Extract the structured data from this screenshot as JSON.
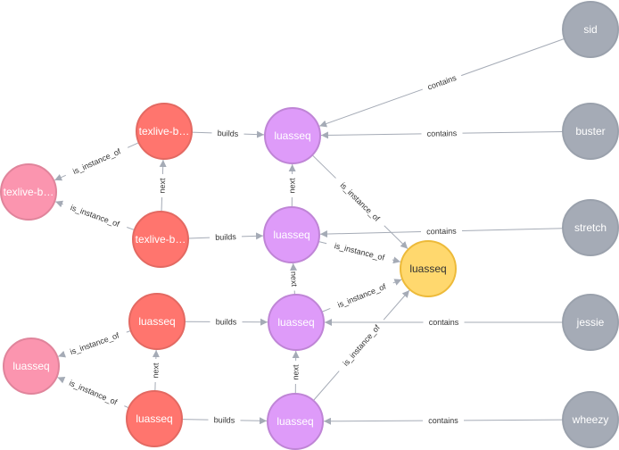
{
  "colors": {
    "release": "#a5abb6",
    "release_stroke": "#9aa1ac",
    "source": "#fb95af",
    "source_stroke": "#e0849b",
    "binary": "#ff756e",
    "binary_stroke": "#e36962",
    "version": "#de9bf9",
    "version_stroke": "#bf85d6",
    "package": "#ffd86e",
    "package_stroke": "#edba39",
    "edge": "#a5abb6"
  },
  "nodes": [
    {
      "id": "sid",
      "label": "sid",
      "kind": "release"
    },
    {
      "id": "buster",
      "label": "buster",
      "kind": "release"
    },
    {
      "id": "stretch",
      "label": "stretch",
      "kind": "release"
    },
    {
      "id": "jessie",
      "label": "jessie",
      "kind": "release"
    },
    {
      "id": "wheezy",
      "label": "wheezy",
      "kind": "release"
    },
    {
      "id": "src1",
      "label": "texlive-b…",
      "kind": "source"
    },
    {
      "id": "src2",
      "label": "luasseq",
      "kind": "source"
    },
    {
      "id": "bin1",
      "label": "texlive-b…",
      "kind": "binary"
    },
    {
      "id": "bin2",
      "label": "texlive-b…",
      "kind": "binary"
    },
    {
      "id": "bin3",
      "label": "luasseq",
      "kind": "binary"
    },
    {
      "id": "bin4",
      "label": "luasseq",
      "kind": "binary"
    },
    {
      "id": "v1",
      "label": "luasseq",
      "kind": "version"
    },
    {
      "id": "v2",
      "label": "luasseq",
      "kind": "version"
    },
    {
      "id": "v3",
      "label": "luasseq",
      "kind": "version"
    },
    {
      "id": "v4",
      "label": "luasseq",
      "kind": "version"
    },
    {
      "id": "pkg",
      "label": "luasseq",
      "kind": "package"
    }
  ],
  "edges": [
    {
      "from": "sid",
      "to": "v1",
      "label": "contains"
    },
    {
      "from": "buster",
      "to": "v1",
      "label": "contains"
    },
    {
      "from": "stretch",
      "to": "v2",
      "label": "contains"
    },
    {
      "from": "jessie",
      "to": "v3",
      "label": "contains"
    },
    {
      "from": "wheezy",
      "to": "v4",
      "label": "contains"
    },
    {
      "from": "bin1",
      "to": "v1",
      "label": "builds"
    },
    {
      "from": "bin2",
      "to": "v2",
      "label": "builds"
    },
    {
      "from": "bin3",
      "to": "v3",
      "label": "builds"
    },
    {
      "from": "bin4",
      "to": "v4",
      "label": "builds"
    },
    {
      "from": "bin2",
      "to": "bin1",
      "label": "next"
    },
    {
      "from": "bin4",
      "to": "bin3",
      "label": "next"
    },
    {
      "from": "v2",
      "to": "v1",
      "label": "next"
    },
    {
      "from": "v3",
      "to": "v2",
      "label": "next"
    },
    {
      "from": "v4",
      "to": "v3",
      "label": "next"
    },
    {
      "from": "bin1",
      "to": "src1",
      "label": "is_instance_of"
    },
    {
      "from": "bin2",
      "to": "src1",
      "label": "is_instance_of"
    },
    {
      "from": "bin3",
      "to": "src2",
      "label": "is_instance_of"
    },
    {
      "from": "bin4",
      "to": "src2",
      "label": "is_instance_of"
    },
    {
      "from": "v1",
      "to": "pkg",
      "label": "is_instance_of"
    },
    {
      "from": "v2",
      "to": "pkg",
      "label": "is_instance_of"
    },
    {
      "from": "v3",
      "to": "pkg",
      "label": "is_instance_of"
    },
    {
      "from": "v4",
      "to": "pkg",
      "label": "is_instance_of"
    }
  ]
}
